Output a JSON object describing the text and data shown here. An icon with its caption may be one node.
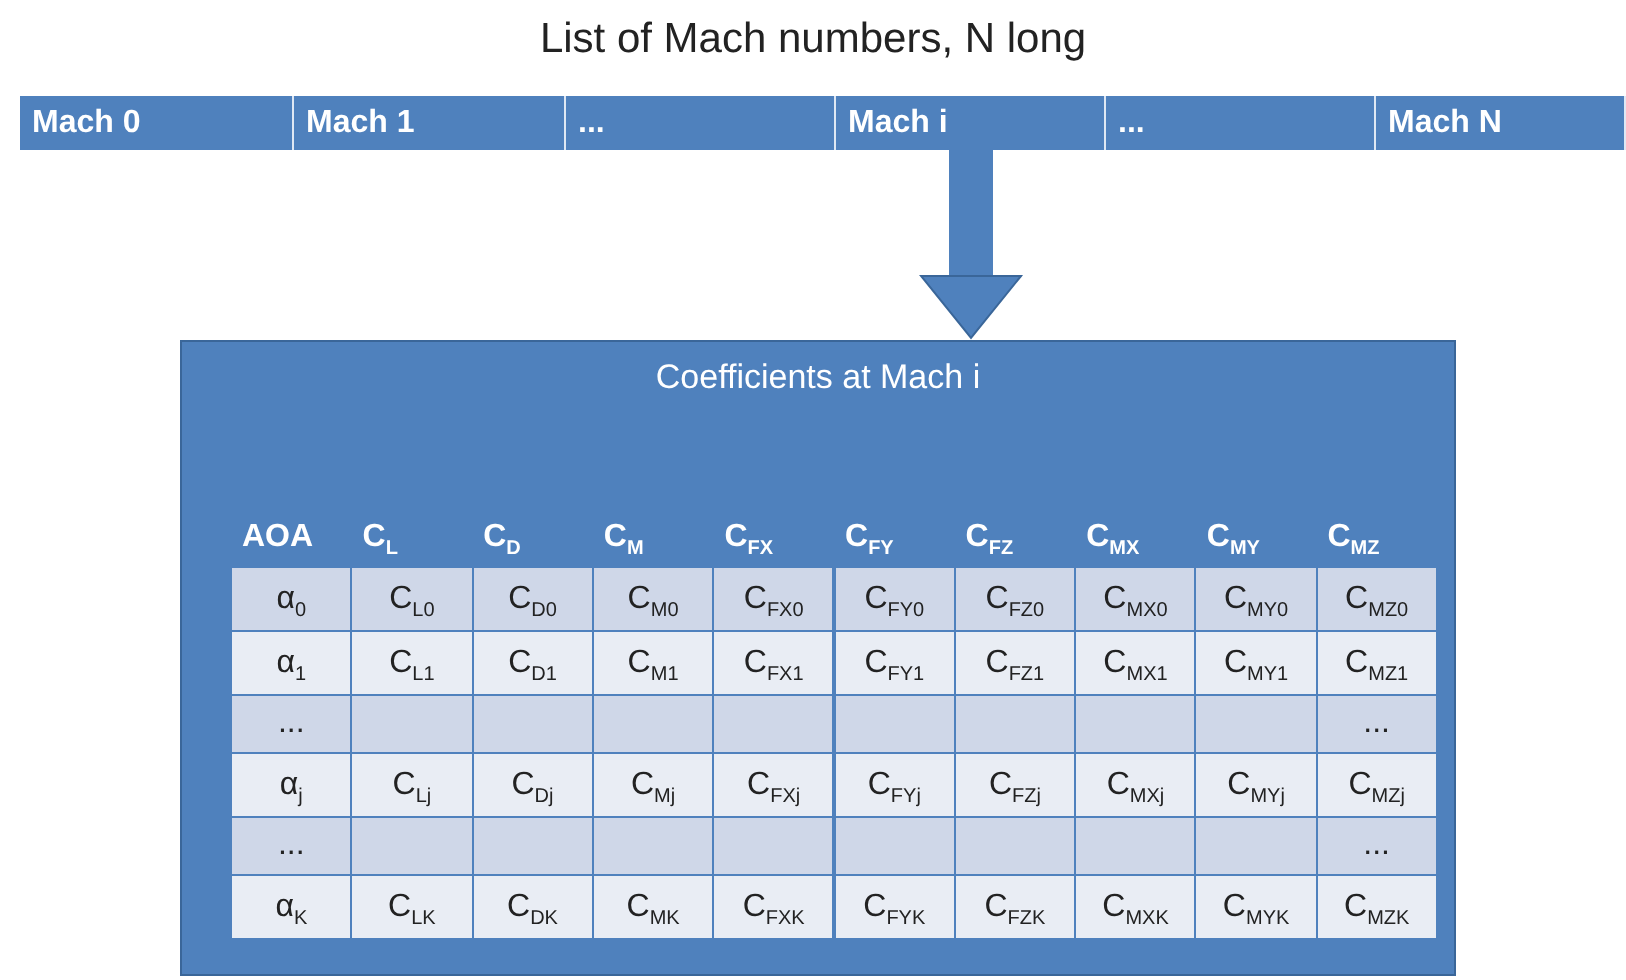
{
  "diagram": {
    "title": "List of Mach numbers, N long",
    "nodes": [
      {
        "text": [
          "Mach 0"
        ]
      },
      {
        "text": [
          "Mach 1"
        ]
      },
      {
        "text": [
          "..."
        ]
      },
      {
        "text": [
          "Mach i"
        ]
      },
      {
        "text": [
          "..."
        ]
      },
      {
        "text": [
          "Mach N"
        ]
      },
      {
        "text": [
          "Coefficients at Mach i"
        ]
      }
    ],
    "edges": [
      {
        "from": 3,
        "to": 6,
        "arrow": "to"
      }
    ],
    "labels": [
      "AOA",
      "C$_{L}$",
      "C$_{D}$",
      "C$_{M}$",
      "C$_{FX}$",
      "C$_{FY}$",
      "C$_{FZ}$",
      "C$_{MX}$",
      "C$_{MY}$",
      "C$_{MZ}$",
      "α$_{0}$",
      "C$_{L0}$",
      "C$_{D0}$",
      "C$_{M0}$",
      "C$_{FX0}$",
      "C$_{FY0}$",
      "C$_{FZ0}$",
      "C$_{MX0}$",
      "C$_{MY0}$",
      "C$_{MZ0}$",
      "α$_{1}$",
      "C$_{L1}$",
      "C$_{D1}$",
      "C$_{M1}$",
      "C$_{FX1}$",
      "C$_{FY1}$",
      "C$_{FZ1}$",
      "C$_{MX1}$",
      "C$_{MY1}$",
      "C$_{MZ1}$",
      "...",
      "...",
      "α$_{j}$",
      "C$_{Lj}$",
      "C$_{Dj}$",
      "C$_{Mj}$",
      "C$_{FXj}$",
      "C$_{FYj}$",
      "C$_{FZj}$",
      "C$_{MXj}$",
      "C$_{MYj}$",
      "C$_{MZj}$",
      "...",
      "...",
      "α$_{K}$",
      "C$_{LK}$",
      "C$_{DK}$",
      "C$_{MK}$",
      "C$_{FXK}$",
      "C$_{FYK}$",
      "C$_{FZK}$",
      "C$_{MXK}$",
      "C$_{MYK}$",
      "C$_{MZK}$"
    ]
  }
}
